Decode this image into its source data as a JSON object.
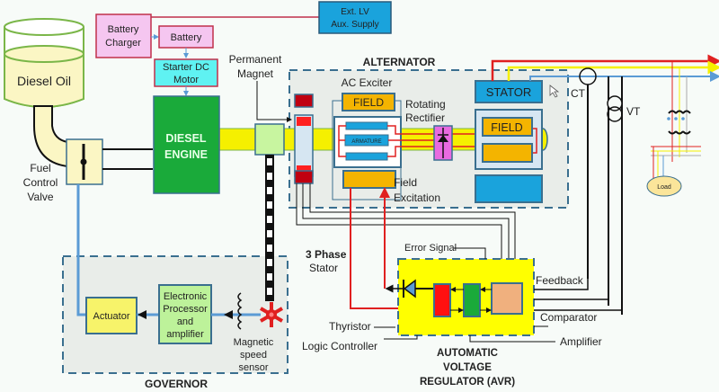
{
  "diagram": {
    "title": "Diesel Generator Control System",
    "tank": {
      "label": "Diesel Oil"
    },
    "fuel_valve": {
      "label_lines": [
        "Fuel",
        "Control",
        "Valve"
      ]
    },
    "battery_charger": {
      "label_lines": [
        "Battery",
        "Charger"
      ]
    },
    "battery": {
      "label": "Battery"
    },
    "starter_motor": {
      "label_lines": [
        "Starter DC",
        "Motor"
      ]
    },
    "ext_supply": {
      "label_lines": [
        "Ext. LV",
        "Aux. Supply"
      ]
    },
    "engine": {
      "label_lines": [
        "DIESEL",
        "ENGINE"
      ]
    },
    "permanent_magnet": {
      "label_lines": [
        "Permanent",
        "Magnet"
      ]
    },
    "alternator": {
      "title": "ALTERNATOR",
      "ac_exciter": "AC Exciter",
      "exciter_field": "FIELD",
      "armature": "ARMATURE",
      "rotating_rectifier": [
        "Rotating",
        "Rectifier"
      ],
      "field_excitation": [
        "Field",
        "Excitation"
      ],
      "stator": "STATOR",
      "main_field": "FIELD"
    },
    "three_phase_stator": [
      "3 Phase",
      "Stator"
    ],
    "measurement": {
      "ct": "CT",
      "vt": "VT",
      "load": "Load"
    },
    "avr": {
      "title_lines": [
        "AUTOMATIC",
        "VOLTAGE",
        "REGULATOR (AVR)"
      ],
      "error_signal": "Error Signal",
      "feedback": "Feedback",
      "comparator": "Comparator",
      "amplifier": "Amplifier",
      "thyristor": "Thyristor",
      "logic_controller": "Logic Controller"
    },
    "governor": {
      "title": "GOVERNOR",
      "actuator": "Actuator",
      "processor_lines": [
        "Electronic",
        "Processor",
        "and",
        "amplifier"
      ],
      "sensor_lines": [
        "Magnetic",
        "speed",
        "sensor"
      ]
    },
    "colors": {
      "phase_red": "#e02020",
      "phase_yellow": "#f5f000",
      "phase_blue": "#5b9bd5",
      "engine_green": "#1aaa3a",
      "stator_blue": "#1aa3dc",
      "field_orange": "#f4b400",
      "avr_yellow": "#ffff00"
    }
  }
}
